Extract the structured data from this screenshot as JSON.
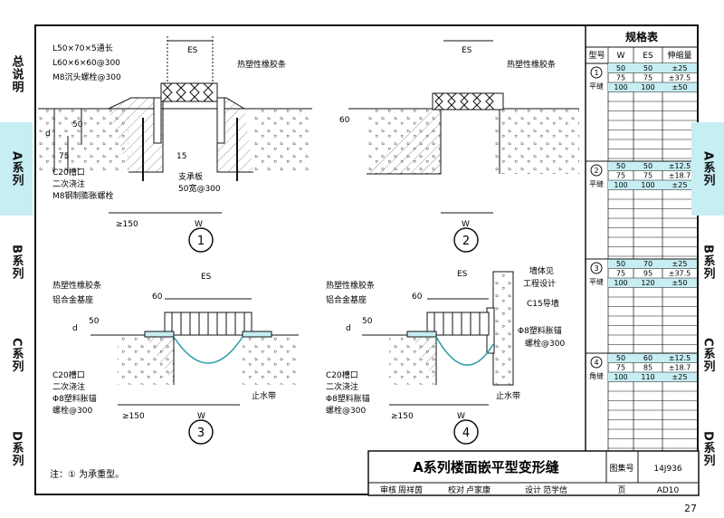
{
  "sidebar": {
    "left": [
      "总说明",
      "A系列",
      "B系列",
      "C系列",
      "D系列"
    ],
    "right": [
      "A系列",
      "B系列",
      "C系列",
      "D系列"
    ]
  },
  "labels": {
    "d1": {
      "angle_long": "L50×70×5通长",
      "angle_short": "L60×6×60@300",
      "bolt_sunk": "M8沉头螺栓@300",
      "rubber": "热塑性橡胶条",
      "groove": "C20槽口",
      "pour": "二次浇注",
      "anchor_bolt": "M8钢制膨胀螺栓",
      "support": "支承板",
      "support_spec": "50宽@300"
    },
    "d2": {
      "rubber": "热塑性橡胶条"
    },
    "d3": {
      "rubber": "热塑性橡胶条",
      "base": "铝合金基座",
      "groove": "C20槽口",
      "pour": "二次浇注",
      "anchor": "Φ8塑料胀锚",
      "anchor2": "螺栓@300",
      "waterstop": "止水带"
    },
    "d4": {
      "rubber": "热塑性橡胶条",
      "base": "铝合金基座",
      "groove": "C20槽口",
      "pour": "二次浇注",
      "anchor": "Φ8塑料胀锚",
      "anchor2": "螺栓@300",
      "waterstop": "止水带",
      "wall": "墙体见",
      "wall2": "工程设计",
      "guide_wall": "C15导墙",
      "anchor_r": "Φ8塑料胀锚",
      "anchor_r2": "螺栓@300"
    }
  },
  "dims": {
    "es": "ES",
    "w": "W",
    "d": "d",
    "gte150": "≥150",
    "n75": "75",
    "n50": "50",
    "n60": "60",
    "n15": "15"
  },
  "circle_numbers": [
    "1",
    "2",
    "3",
    "4"
  ],
  "spec_table": {
    "title": "规格表",
    "headers": [
      "型号",
      "W",
      "ES",
      "伸缩量"
    ],
    "groups": [
      {
        "num": "1",
        "name": "平缝",
        "rows": [
          [
            "50",
            "50",
            "±25"
          ],
          [
            "75",
            "75",
            "±37.5"
          ],
          [
            "100",
            "100",
            "±50"
          ]
        ]
      },
      {
        "num": "2",
        "name": "平缝",
        "rows": [
          [
            "50",
            "50",
            "±12.5"
          ],
          [
            "75",
            "75",
            "±18.7"
          ],
          [
            "100",
            "100",
            "±25"
          ]
        ]
      },
      {
        "num": "3",
        "name": "平缝",
        "rows": [
          [
            "50",
            "70",
            "±25"
          ],
          [
            "75",
            "95",
            "±37.5"
          ],
          [
            "100",
            "120",
            "±50"
          ]
        ]
      },
      {
        "num": "4",
        "name": "角缝",
        "rows": [
          [
            "50",
            "60",
            "±12.5"
          ],
          [
            "75",
            "85",
            "±18.7"
          ],
          [
            "100",
            "110",
            "±25"
          ]
        ]
      }
    ]
  },
  "title_block": {
    "title": "A系列楼面嵌平型变形缝",
    "atlas_label": "图集号",
    "atlas_no": "14J936",
    "page_label": "页",
    "page_no": "AD10",
    "review": "审核",
    "review_name": "周祥茵",
    "check": "校对",
    "check_name": "卢家康",
    "design": "设计",
    "design_name": "范学信"
  },
  "note": "注：① 为承重型。",
  "page_number": "27",
  "colors": {
    "accent": "#c6eef3",
    "line": "#111111"
  }
}
